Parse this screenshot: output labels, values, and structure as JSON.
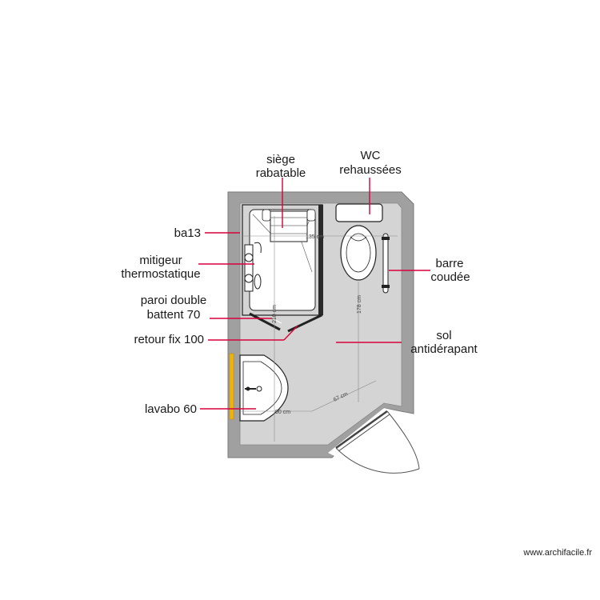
{
  "labels": {
    "siege_line1": "siège",
    "siege_line2": "rabatable",
    "wc_line1": "WC",
    "wc_line2": "rehaussées",
    "ba13": "ba13",
    "mitigeur_line1": "mitigeur",
    "mitigeur_line2": "thermostatique",
    "paroi_line1": "paroi double",
    "paroi_line2": "battent 70",
    "retour": "retour fix 100",
    "lavabo": "lavabo 60",
    "barre_line1": "barre",
    "barre_line2": "coudée",
    "sol_line1": "sol",
    "sol_line2": "antidérapant"
  },
  "dimensions": {
    "width_top": "135 cm",
    "wc_depth": "178 cm",
    "left_height": "210 cm",
    "lavabo_dim": "90 cm",
    "door_dim": "67 cm"
  },
  "watermark": "www.archifacile.fr",
  "colors": {
    "wall": "#a0a0a0",
    "wall_edge": "#7a7a7a",
    "floor": "#d4d4d4",
    "pointer": "#d8003c",
    "accent_yellow": "#f2b400",
    "fixture_stroke": "#222222",
    "dimension": "#8a8a8a"
  }
}
